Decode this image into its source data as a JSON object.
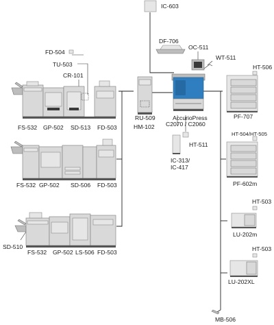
{
  "colors": {
    "line": "#222222",
    "device_body": "#d9d9d9",
    "device_outline": "#7a7a7a",
    "accent": "#2f7fc0"
  },
  "labels": {
    "ic603": "IC-603",
    "df706": "DF-706",
    "oc511": "OC-511",
    "wt511": "WT-511",
    "ht506": "HT-506",
    "pf707": "PF-707",
    "ht504_505": "HT-504/HT-505",
    "pf602m": "PF-602m",
    "ht503_a": "HT-503",
    "lu202m": "LU-202m",
    "ht503_b": "HT-503",
    "lu202xl": "LU-202XL",
    "mb506": "MB-506",
    "main_line1": "AccurioPress",
    "main_line2": "C2070 / C2060",
    "ht511": "HT-511",
    "ic313_line1": "IC-313/",
    "ic313_line2": "IC-417",
    "ru509": "RU-509",
    "hm102": "HM-102",
    "fd504": "FD-504",
    "tu503": "TU-503",
    "cr101": "CR-101",
    "r1_fs532": "FS-532",
    "r1_gp502": "GP-502",
    "r1_sd513": "SD-513",
    "r1_fd503": "FD-503",
    "r2_fs532": "FS-532",
    "r2_gp502": "GP-502",
    "r2_sd506": "SD-506",
    "r2_fd503": "FD-503",
    "sd510": "SD-510",
    "r3_fs532": "FS-532",
    "r3_gp502": "GP-502",
    "r3_ls506": "LS-506",
    "r3_fd503": "FD-503"
  }
}
